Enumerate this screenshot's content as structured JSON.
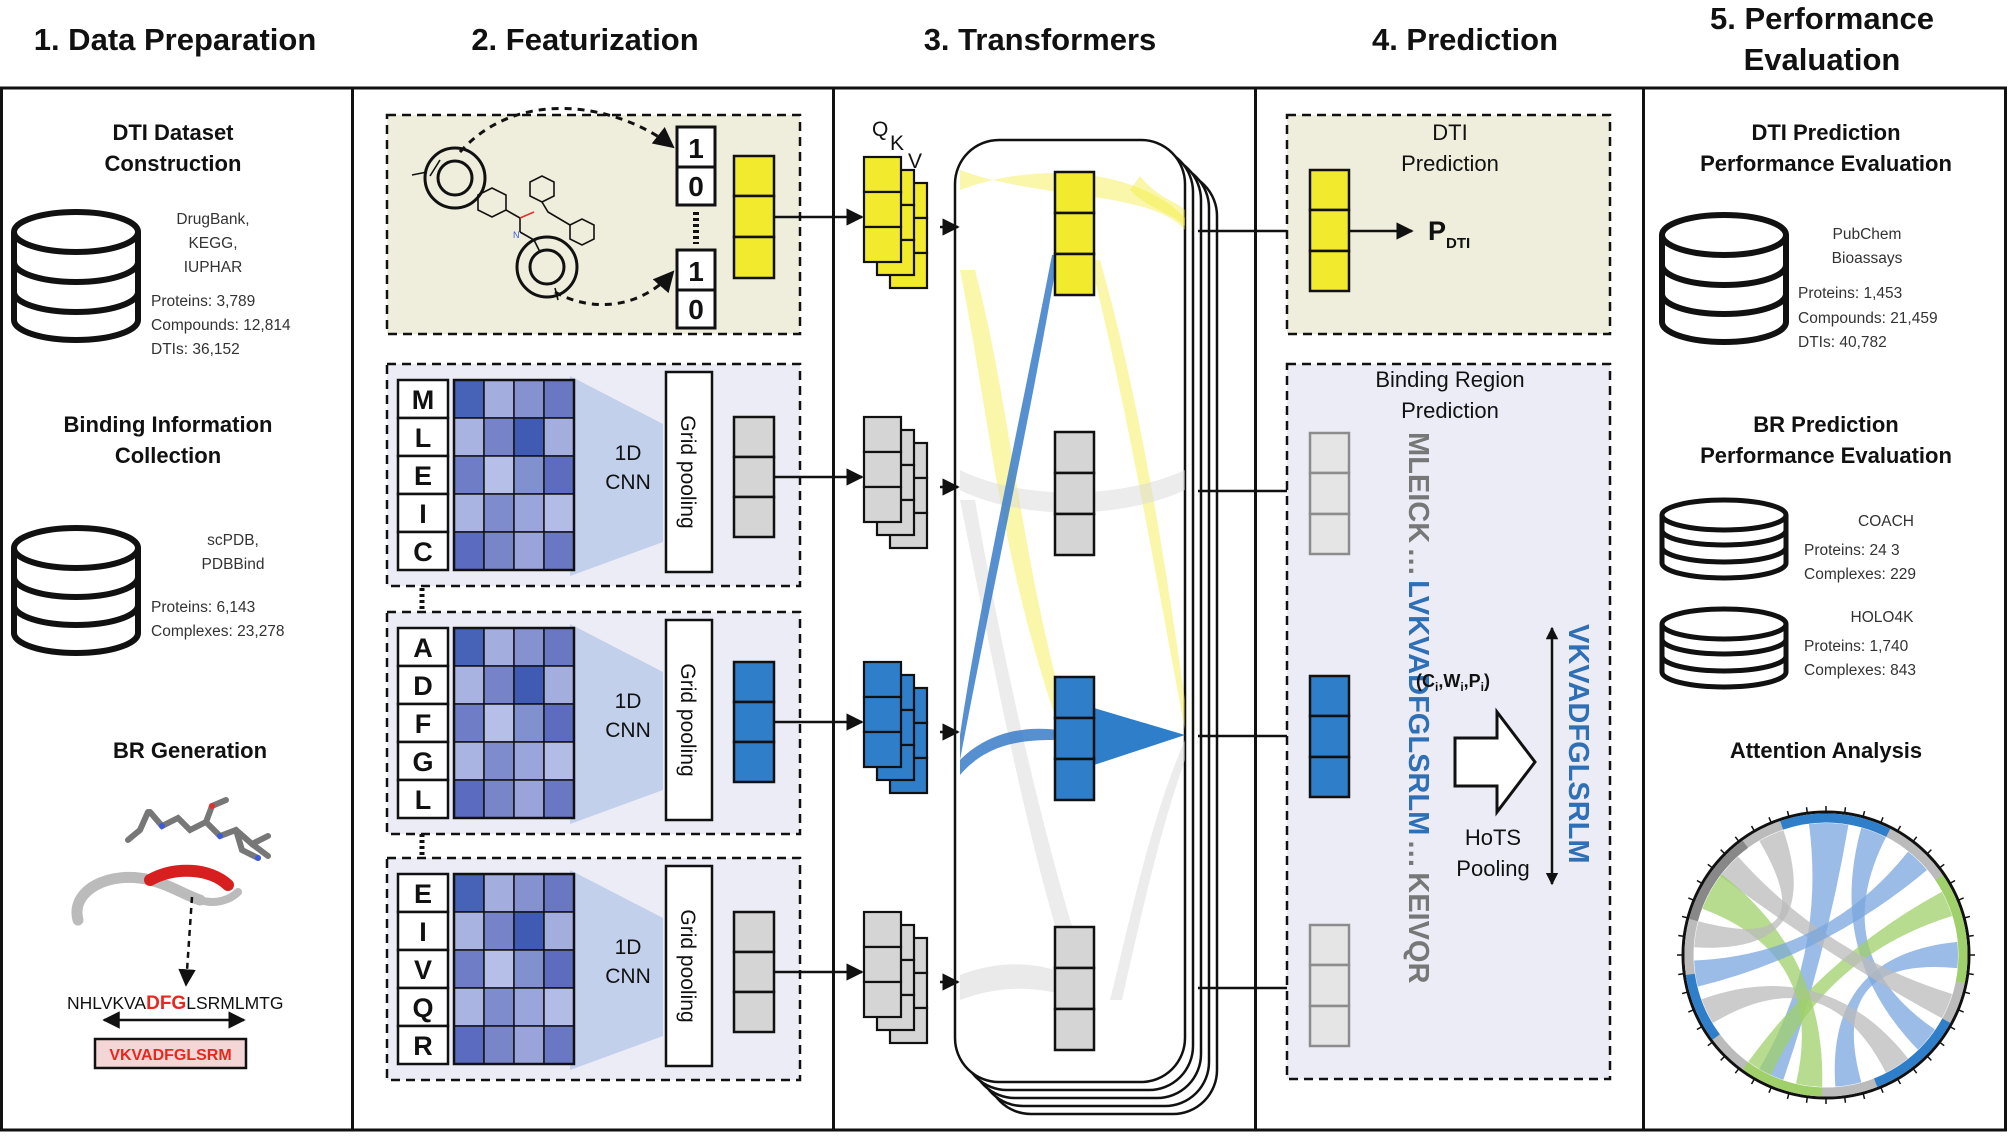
{
  "stages": {
    "data_prep": "1. Data Preparation",
    "featurization": "2. Featurization",
    "transformers": "3. Transformers",
    "prediction": "4. Prediction",
    "performance_line1": "5. Performance",
    "performance_line2": "Evaluation"
  },
  "data_prep": {
    "dti_title_line1": "DTI Dataset",
    "dti_title_line2": "Construction",
    "dti_sources": [
      "DrugBank,",
      "KEGG,",
      "IUPHAR"
    ],
    "dti_stats": [
      "Proteins: 3,789",
      "Compounds: 12,814",
      "DTIs: 36,152"
    ],
    "binding_title_line1": "Binding Information",
    "binding_title_line2": "Collection",
    "binding_sources": [
      "scPDB,",
      "PDBBind"
    ],
    "binding_stats": [
      "Proteins: 6,143",
      "Complexes: 23,278"
    ],
    "br_title": "BR Generation",
    "sequence_prefix": "NHLVKVA",
    "sequence_highlight": "DFG",
    "sequence_suffix": "LSRMLMTG",
    "br_label": "VKVADFGLSRM"
  },
  "featurization": {
    "fingerprint_bits": [
      "1",
      "0",
      "1",
      "0"
    ],
    "cnn_label_line1": "1D",
    "cnn_label_line2": "CNN",
    "grid_pooling": "Grid pooling",
    "fragments": [
      [
        "M",
        "L",
        "E",
        "I",
        "C"
      ],
      [
        "A",
        "D",
        "F",
        "G",
        "L"
      ],
      [
        "E",
        "I",
        "V",
        "Q",
        "R"
      ]
    ]
  },
  "transformers": {
    "q": "Q",
    "k": "K",
    "v": "V"
  },
  "prediction": {
    "dti_title_line1": "DTI",
    "dti_title_line2": "Prediction",
    "p_main": "P",
    "p_sub": "DTI",
    "br_title_line1": "Binding Region",
    "br_title_line2": "Prediction",
    "seq_part1": "MLEICK",
    "seq_dots": "…",
    "seq_part2": "LVKVADFGLSRLM",
    "seq_part3": "KEIVQR",
    "cwp": "(C",
    "hots_line1": "HoTS",
    "hots_line2": "Pooling",
    "output_seq": "VKVADFGLSRLM"
  },
  "performance": {
    "dti_title_line1": "DTI Prediction",
    "dti_title_line2": "Performance Evaluation",
    "dti_sources": [
      "PubChem",
      "Bioassays"
    ],
    "dti_stats": [
      "Proteins: 1,453",
      "Compounds: 21,459",
      "DTIs: 40,782"
    ],
    "br_title_line1": "BR Prediction",
    "br_title_line2": "Performance Evaluation",
    "coach_name": "COACH",
    "coach_stats": [
      "Proteins: 24  3",
      "Complexes: 229"
    ],
    "holo_name": "HOLO4K",
    "holo_stats": [
      "Proteins: 1,740",
      "Complexes: 843"
    ],
    "attention_title": "Attention Analysis"
  },
  "colors": {
    "yellow": "#f2ea2c",
    "gray": "#d5d5d5",
    "blue": "#2f7ec9",
    "seq_blue": "#2f6fb5",
    "red": "#e8281e",
    "beige_panel": "#efeddb",
    "lavender_panel": "#ececf6",
    "green": "#9fd06a"
  }
}
